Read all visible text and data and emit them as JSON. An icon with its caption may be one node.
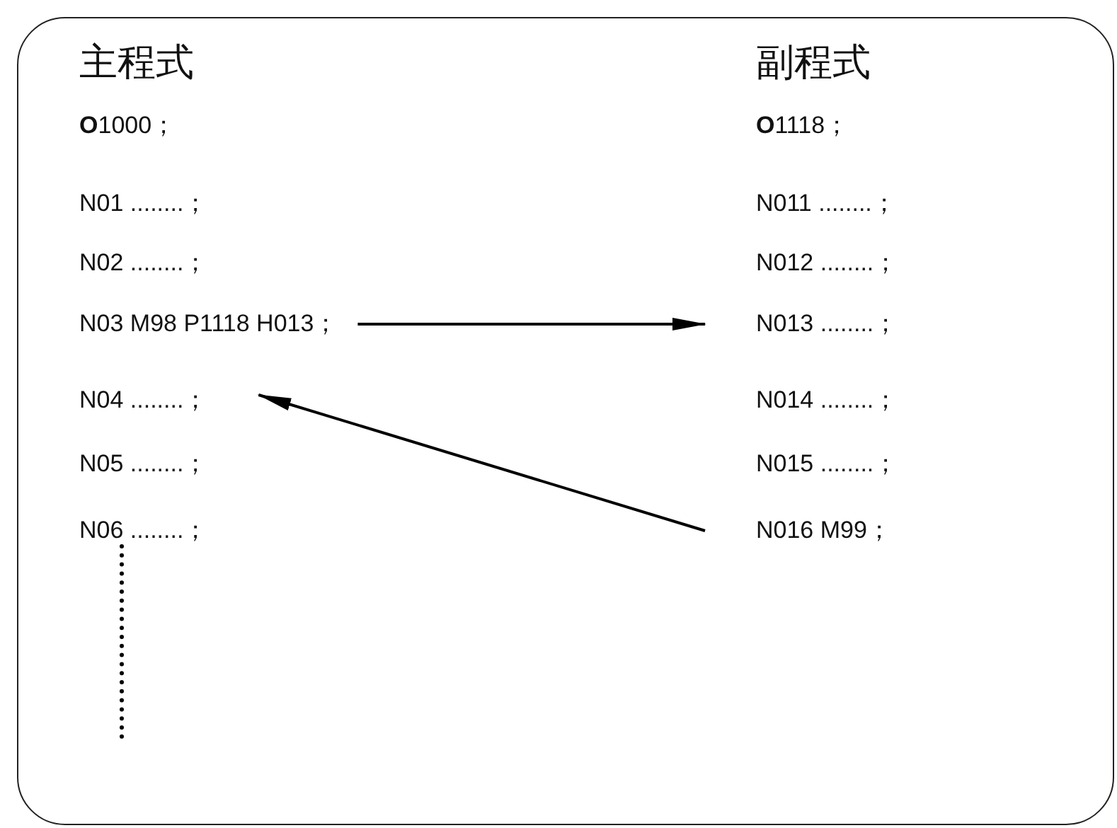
{
  "diagram": {
    "nodes": [
      {
        "text": [],
        "shape": "box"
      },
      {
        "text": [
          "N03 M98 P1118 H013；"
        ],
        "in": 0
      },
      {
        "text": [
          "N013 ........；"
        ],
        "in": 0
      },
      {
        "text": [
          "N04 ........；"
        ],
        "in": 0
      },
      {
        "text": [
          "N016 M99；"
        ],
        "in": 0
      }
    ],
    "edges": [
      {
        "from": 1,
        "to": 2,
        "arrow": "to"
      },
      {
        "from": 4,
        "to": 3,
        "arrow": "to"
      }
    ],
    "labels": [
      "主程式",
      "副程式",
      "**O**1000；",
      "**O**1118；",
      "N01 ........；",
      "N011 ........；",
      "N02 ........；",
      "N012 ........；",
      "N014 ........；",
      "N05 ........；",
      "N015 ........；",
      "N06 ........；"
    ]
  }
}
